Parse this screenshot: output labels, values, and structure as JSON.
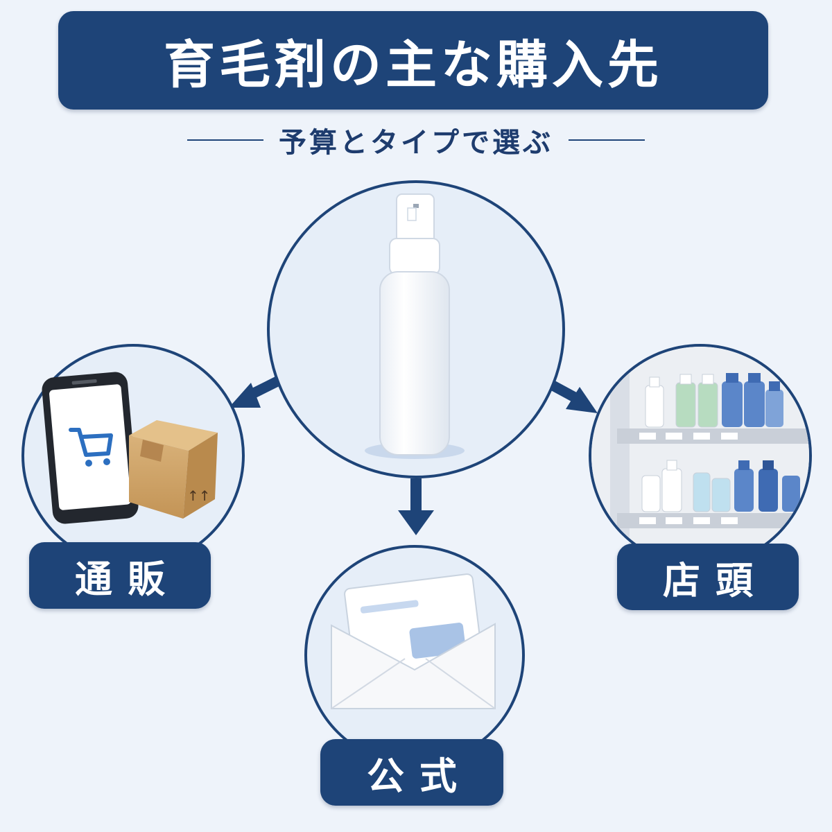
{
  "title": "育毛剤の主な購入先",
  "subtitle": "予算とタイプで選ぶ",
  "channels": [
    {
      "label": "通販",
      "icon": "smartphone-shopping-cart-icon"
    },
    {
      "label": "店頭",
      "icon": "store-shelf-icon"
    },
    {
      "label": "公式",
      "icon": "envelope-icon"
    }
  ],
  "center_icon": "spray-bottle-icon",
  "colors": {
    "navy": "#1e4478",
    "background": "#eef3fa",
    "circle_fill": "#e6eef8"
  }
}
